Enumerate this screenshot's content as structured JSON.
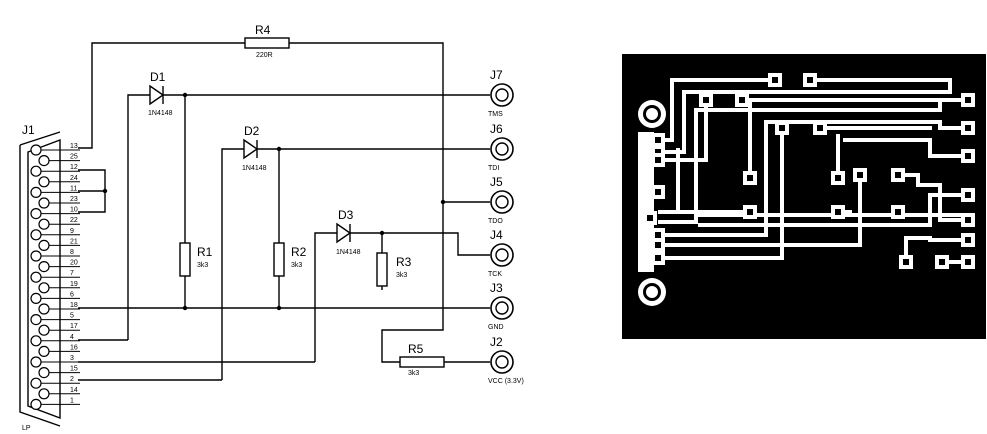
{
  "schematic": {
    "connector": {
      "name": "J1",
      "caption": "LP",
      "pins_top": [
        "13",
        "25",
        "12",
        "24",
        "11",
        "23",
        "10",
        "22",
        "9",
        "21",
        "8",
        "20",
        "7",
        "19",
        "6",
        "18",
        "5",
        "17",
        "4",
        "16",
        "3",
        "15",
        "2",
        "14",
        "1"
      ]
    },
    "components": {
      "R4": {
        "name": "R4",
        "value": "220R"
      },
      "D1": {
        "name": "D1",
        "value": "1N4148"
      },
      "D2": {
        "name": "D2",
        "value": "1N4148"
      },
      "D3": {
        "name": "D3",
        "value": "1N4148"
      },
      "R1": {
        "name": "R1",
        "value": "3k3"
      },
      "R2": {
        "name": "R2",
        "value": "3k3"
      },
      "R3": {
        "name": "R3",
        "value": "3k3"
      },
      "R5": {
        "name": "R5",
        "value": "3k3"
      }
    },
    "jacks": [
      {
        "name": "J7",
        "label": "TMS"
      },
      {
        "name": "J6",
        "label": "TDI"
      },
      {
        "name": "J5",
        "label": "TDO"
      },
      {
        "name": "J4",
        "label": "TCK"
      },
      {
        "name": "J3",
        "label": "GND"
      },
      {
        "name": "J2",
        "label": "VCC (3.3V)"
      }
    ]
  },
  "pcb": {
    "background": "#000000",
    "trace_color": "#ffffff"
  }
}
